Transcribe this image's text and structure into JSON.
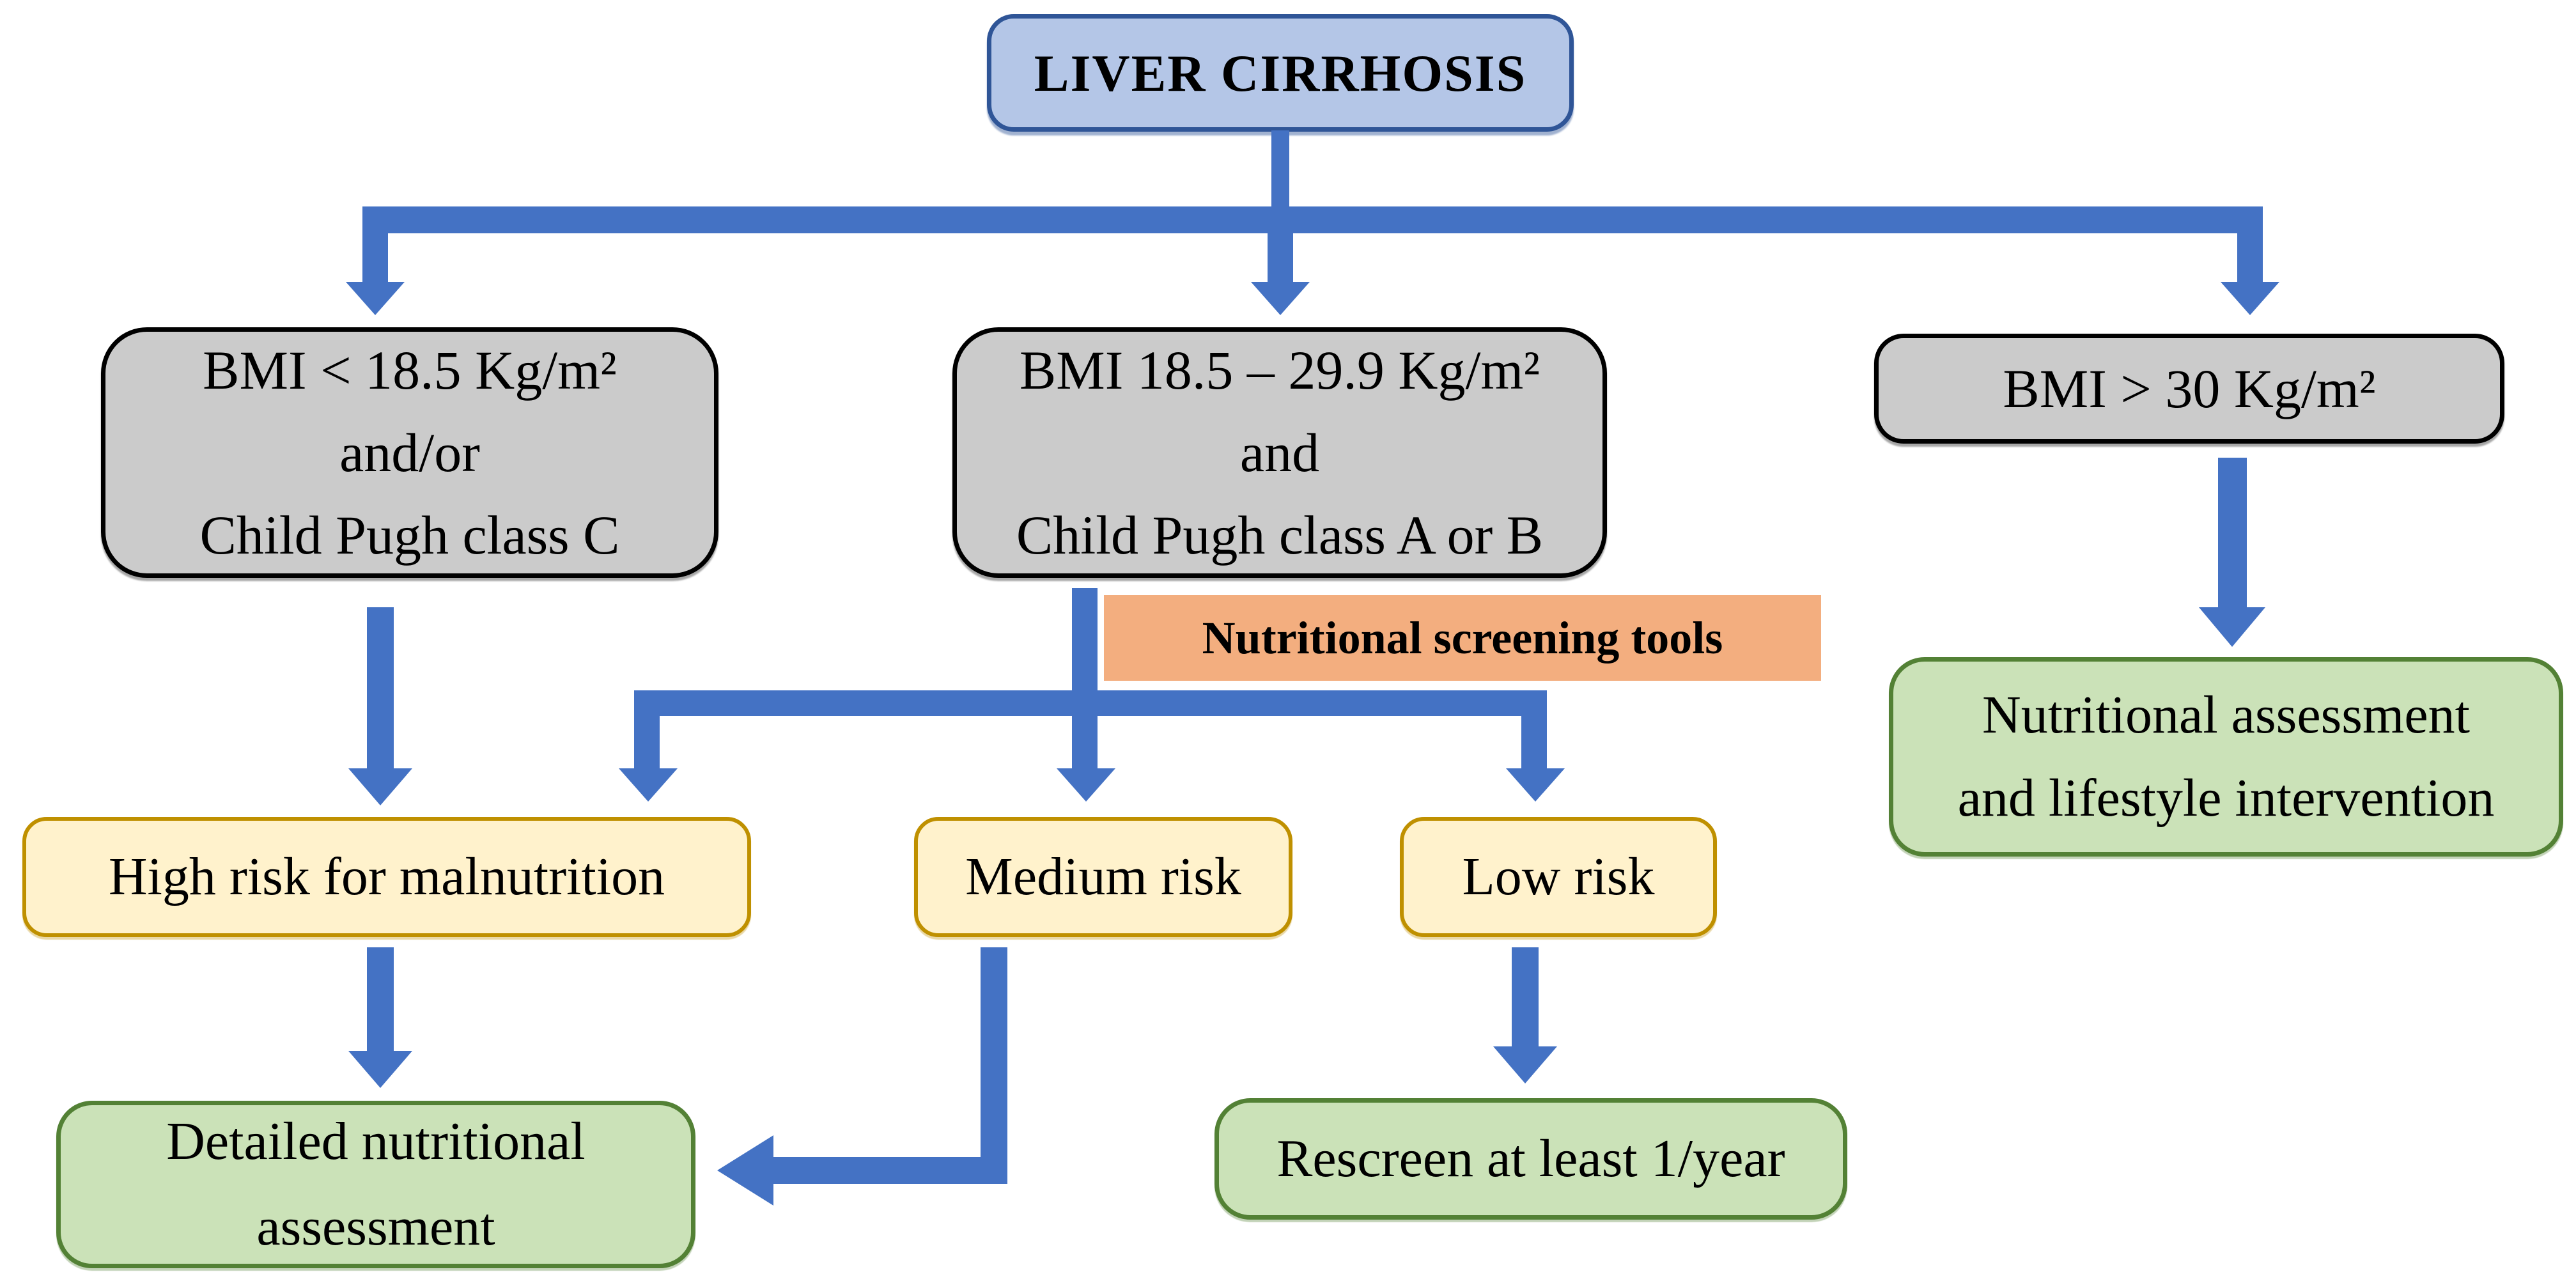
{
  "title": "Liver cirrhosis nutritional screening flowchart",
  "colors": {
    "arrow_blue": "#4472c4",
    "title_fill": "#b4c6e7",
    "title_border": "#2f5597",
    "gray_fill": "#cbcbcb",
    "gray_border": "#000000",
    "orange_fill": "#f3ae7f",
    "yellow_fill": "#fff2cc",
    "yellow_border": "#bf9000",
    "green_fill": "#cbe2b8",
    "green_border": "#538135",
    "text": "#000000",
    "background": "#ffffff"
  },
  "nodes": {
    "root": {
      "label": "LIVER CIRRHOSIS"
    },
    "bmi_low": {
      "lines": [
        "BMI < 18.5 Kg/m²",
        "and/or",
        "Child Pugh class C"
      ]
    },
    "bmi_mid": {
      "lines": [
        "BMI 18.5 – 29.9 Kg/m²",
        "and",
        "Child Pugh class A or B"
      ]
    },
    "bmi_high": {
      "label": "BMI > 30 Kg/m²"
    },
    "screening_tools": {
      "label": "Nutritional screening tools"
    },
    "high_risk": {
      "label": "High risk for malnutrition"
    },
    "medium_risk": {
      "label": "Medium risk"
    },
    "low_risk": {
      "label": "Low risk"
    },
    "detailed_assessment": {
      "lines": [
        "Detailed nutritional",
        "assessment"
      ]
    },
    "rescreen": {
      "label": "Rescreen at least 1/year"
    },
    "lifestyle": {
      "lines": [
        "Nutritional assessment",
        "and lifestyle intervention"
      ]
    }
  }
}
